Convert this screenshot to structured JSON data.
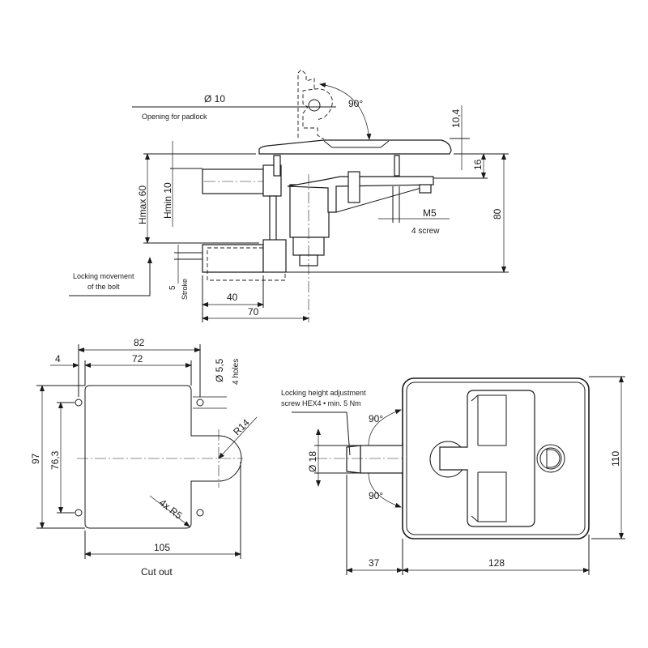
{
  "side_view": {
    "dia10": "Ø 10",
    "padlock_label": "Opening for padlock",
    "angle": "90°",
    "dim_10_4": "10,4",
    "dim_16": "16",
    "dim_80": "80",
    "hmax": "Hmax 60",
    "hmin": "Hmin 10",
    "m5": "M5",
    "screw": "4 screw",
    "locking_line1": "Locking movement",
    "locking_line2": "of the bolt",
    "stroke_value": "5",
    "stroke_label": "Stroke",
    "dim_40": "40",
    "dim_70": "70"
  },
  "cutout": {
    "dim_82": "82",
    "dim_4": "4",
    "dim_72": "72",
    "hole_dia": "Ø 5,5",
    "holes": "4 holes",
    "r14": "R14",
    "dim_97": "97",
    "dim_76_3": "76,3",
    "r5": "4x R5",
    "dim_105": "105",
    "caption": "Cut out"
  },
  "front_view": {
    "adjust_line1": "Locking height adjustment",
    "adjust_line2": "screw HEX4 • min. 5 Nm",
    "angle_top": "90°",
    "angle_bottom": "90°",
    "dia18": "Ø 18",
    "dim_110": "110",
    "dim_37": "37",
    "dim_128": "128"
  }
}
